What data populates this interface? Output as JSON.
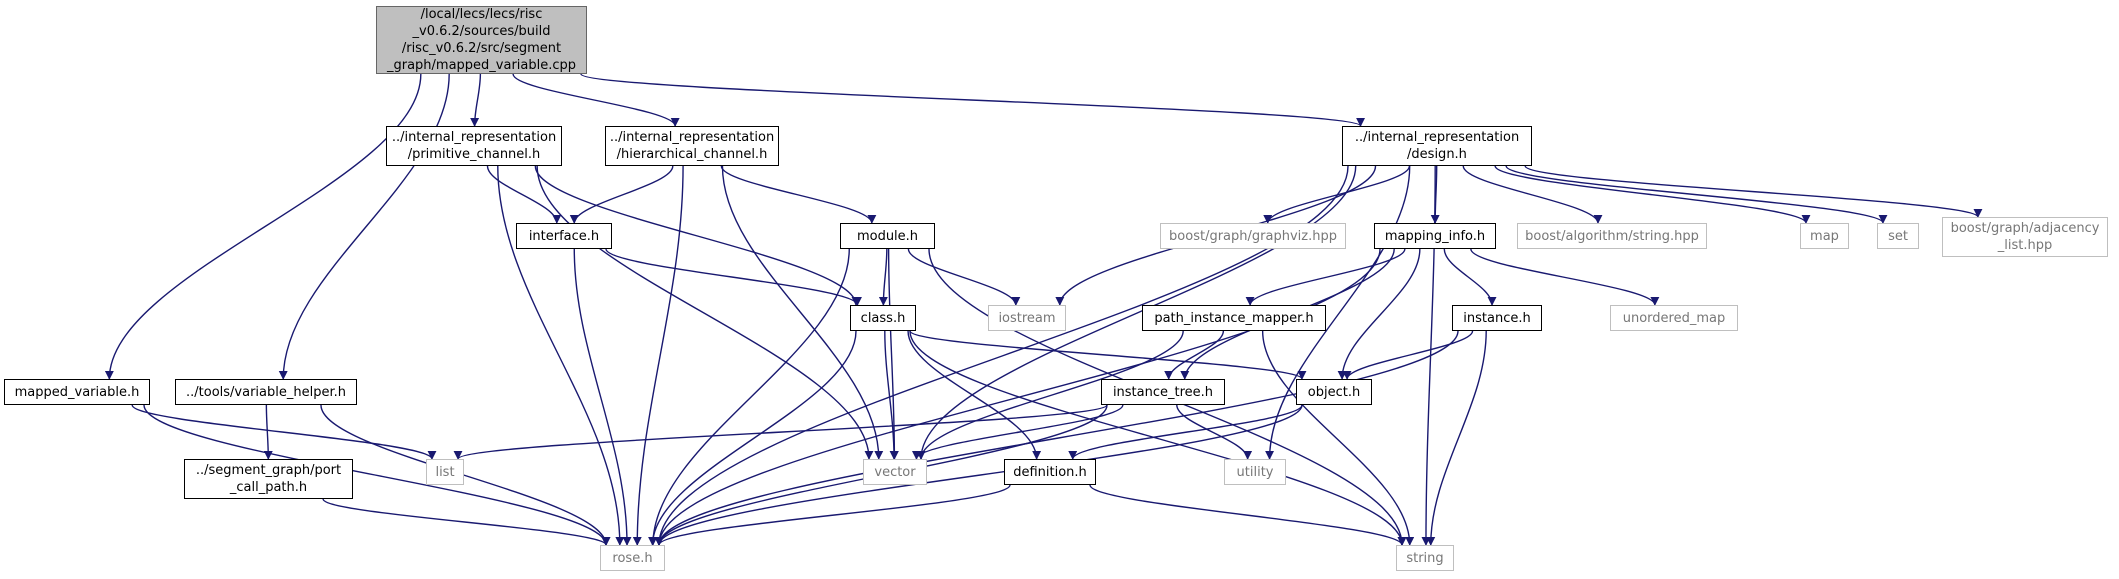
{
  "nodes": {
    "root": {
      "label": "/local/lecs/lecs/risc\n_v0.6.2/sources/build\n/risc_v0.6.2/src/segment\n_graph/mapped_variable.cpp",
      "kind": "root"
    },
    "primitive": {
      "label": "../internal_representation\n/primitive_channel.h",
      "kind": "local"
    },
    "hierarchical": {
      "label": "../internal_representation\n/hierarchical_channel.h",
      "kind": "local"
    },
    "design": {
      "label": "../internal_representation\n/design.h",
      "kind": "local"
    },
    "mapped_var": {
      "label": "mapped_variable.h",
      "kind": "local"
    },
    "var_helper": {
      "label": "../tools/variable_helper.h",
      "kind": "local"
    },
    "port_call": {
      "label": "../segment_graph/port\n_call_path.h",
      "kind": "local"
    },
    "interface": {
      "label": "interface.h",
      "kind": "local"
    },
    "module": {
      "label": "module.h",
      "kind": "local"
    },
    "class": {
      "label": "class.h",
      "kind": "local"
    },
    "mapping_info": {
      "label": "mapping_info.h",
      "kind": "local"
    },
    "path_inst": {
      "label": "path_instance_mapper.h",
      "kind": "local"
    },
    "instance": {
      "label": "instance.h",
      "kind": "local"
    },
    "inst_tree": {
      "label": "instance_tree.h",
      "kind": "local"
    },
    "object": {
      "label": "object.h",
      "kind": "local"
    },
    "definition": {
      "label": "definition.h",
      "kind": "local"
    },
    "graphviz": {
      "label": "boost/graph/graphviz.hpp",
      "kind": "system"
    },
    "alg_string": {
      "label": "boost/algorithm/string.hpp",
      "kind": "system"
    },
    "map": {
      "label": "map",
      "kind": "system"
    },
    "set": {
      "label": "set",
      "kind": "system"
    },
    "adjacency": {
      "label": "boost/graph/adjacency\n_list.hpp",
      "kind": "system"
    },
    "iostream": {
      "label": "iostream",
      "kind": "system"
    },
    "unordered": {
      "label": "unordered_map",
      "kind": "system"
    },
    "list": {
      "label": "list",
      "kind": "system"
    },
    "vector": {
      "label": "vector",
      "kind": "system"
    },
    "utility": {
      "label": "utility",
      "kind": "system"
    },
    "rose": {
      "label": "rose.h",
      "kind": "system"
    },
    "string": {
      "label": "string",
      "kind": "system"
    }
  },
  "edges": [
    [
      "root",
      "primitive"
    ],
    [
      "root",
      "hierarchical"
    ],
    [
      "root",
      "design"
    ],
    [
      "root",
      "mapped_var"
    ],
    [
      "root",
      "var_helper"
    ],
    [
      "primitive",
      "interface"
    ],
    [
      "primitive",
      "class"
    ],
    [
      "primitive",
      "vector"
    ],
    [
      "primitive",
      "rose"
    ],
    [
      "hierarchical",
      "interface"
    ],
    [
      "hierarchical",
      "module"
    ],
    [
      "hierarchical",
      "vector"
    ],
    [
      "hierarchical",
      "rose"
    ],
    [
      "design",
      "rose"
    ],
    [
      "design",
      "vector"
    ],
    [
      "design",
      "iostream"
    ],
    [
      "design",
      "graphviz"
    ],
    [
      "design",
      "mapping_info"
    ],
    [
      "design",
      "alg_string"
    ],
    [
      "design",
      "map"
    ],
    [
      "design",
      "set"
    ],
    [
      "design",
      "adjacency"
    ],
    [
      "design",
      "utility"
    ],
    [
      "design",
      "string"
    ],
    [
      "mapped_var",
      "list"
    ],
    [
      "mapped_var",
      "rose"
    ],
    [
      "var_helper",
      "port_call"
    ],
    [
      "var_helper",
      "rose"
    ],
    [
      "port_call",
      "rose"
    ],
    [
      "interface",
      "class"
    ],
    [
      "interface",
      "rose"
    ],
    [
      "module",
      "class"
    ],
    [
      "module",
      "iostream"
    ],
    [
      "module",
      "vector"
    ],
    [
      "module",
      "rose"
    ],
    [
      "module",
      "string"
    ],
    [
      "class",
      "object"
    ],
    [
      "class",
      "definition"
    ],
    [
      "class",
      "vector"
    ],
    [
      "class",
      "rose"
    ],
    [
      "class",
      "string"
    ],
    [
      "mapping_info",
      "path_inst"
    ],
    [
      "mapping_info",
      "inst_tree"
    ],
    [
      "mapping_info",
      "object"
    ],
    [
      "mapping_info",
      "instance"
    ],
    [
      "mapping_info",
      "unordered"
    ],
    [
      "mapping_info",
      "rose"
    ],
    [
      "path_inst",
      "inst_tree"
    ],
    [
      "path_inst",
      "vector"
    ],
    [
      "path_inst",
      "string"
    ],
    [
      "instance",
      "object"
    ],
    [
      "instance",
      "rose"
    ],
    [
      "instance",
      "string"
    ],
    [
      "inst_tree",
      "list"
    ],
    [
      "inst_tree",
      "vector"
    ],
    [
      "inst_tree",
      "utility"
    ],
    [
      "inst_tree",
      "rose"
    ],
    [
      "object",
      "definition"
    ],
    [
      "object",
      "rose"
    ],
    [
      "definition",
      "rose"
    ],
    [
      "definition",
      "string"
    ]
  ]
}
